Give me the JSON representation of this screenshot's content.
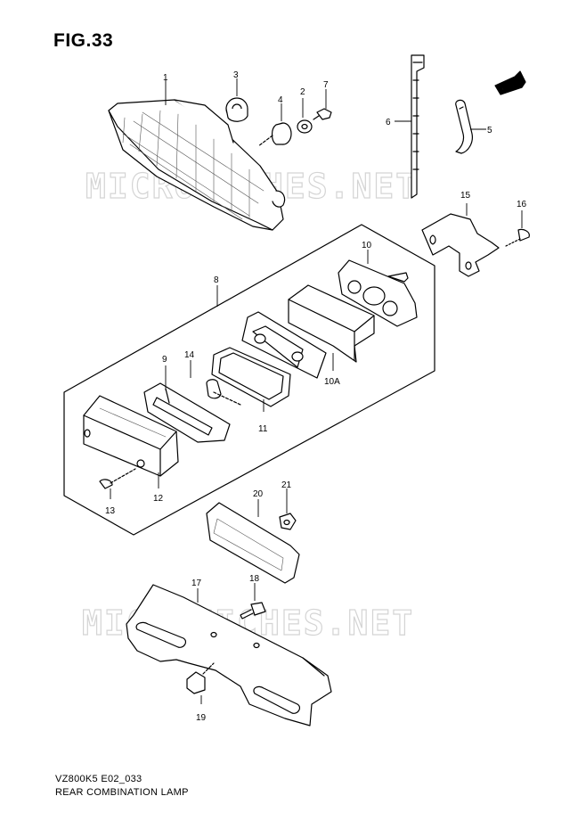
{
  "figure": {
    "title": "FIG.33"
  },
  "footer": {
    "model_code": "VZ800K5 E02_033",
    "diagram_name": "REAR COMBINATION LAMP"
  },
  "watermark": {
    "text": "MICROFICHES.NET"
  },
  "direction_badge": {
    "text": "FWD"
  },
  "callouts": {
    "c1": "1",
    "c2": "2",
    "c3": "3",
    "c4": "4",
    "c5": "5",
    "c6": "6",
    "c7": "7",
    "c8": "8",
    "c9": "9",
    "c10": "10",
    "c10a": "10A",
    "c11": "11",
    "c12": "12",
    "c13": "13",
    "c14": "14",
    "c15": "15",
    "c16": "16",
    "c17": "17",
    "c18": "18",
    "c19": "19",
    "c20": "20",
    "c21": "21"
  }
}
